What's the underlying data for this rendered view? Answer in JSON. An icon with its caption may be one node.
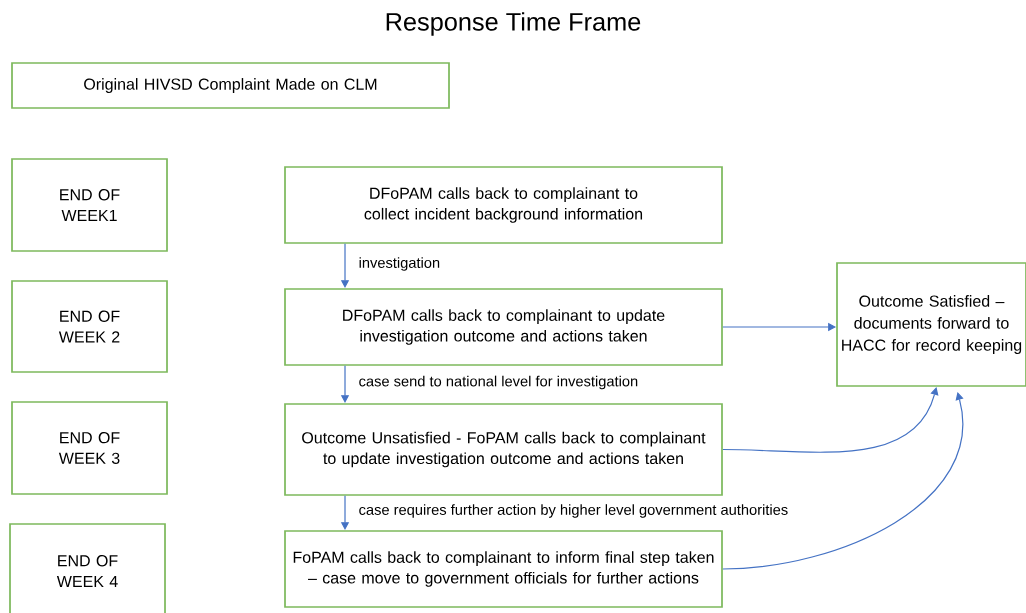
{
  "diagram": {
    "title": "Response Time Frame",
    "nodes": [
      {
        "text": [
          "Original HIVSD Complaint Made on CLM"
        ]
      },
      {
        "text": [
          "END OF WEEK1"
        ]
      },
      {
        "text": [
          "END OF WEEK 2"
        ]
      },
      {
        "text": [
          "END OF WEEK 3"
        ]
      },
      {
        "text": [
          "END OF WEEK 4"
        ]
      },
      {
        "text": [
          "DFoPAM calls back to complainant to collect incident background information"
        ]
      },
      {
        "text": [
          "DFoPAM calls back to complainant to update investigation outcome and actions taken"
        ]
      },
      {
        "text": [
          "Outcome Unsatisfied - FoPAM calls back to complainant to update investigation outcome and actions taken"
        ]
      },
      {
        "text": [
          "FoPAM calls back to complainant to inform final step taken – case move to government officials for further actions"
        ]
      },
      {
        "text": [
          "Outcome Satisfied – documents forward to  HACC for record keeping"
        ]
      }
    ],
    "edges": [
      {
        "from": 5,
        "to": 6,
        "arrow": "to",
        "label": "investigation"
      },
      {
        "from": 6,
        "to": 7,
        "arrow": "to",
        "label": "case send to national level for investigation"
      },
      {
        "from": 7,
        "to": 8,
        "arrow": "to",
        "label": "case requires further action by higher level government authorities"
      },
      {
        "from": 6,
        "to": 9,
        "arrow": "to"
      },
      {
        "from": 7,
        "to": 9,
        "arrow": "to"
      },
      {
        "from": 8,
        "to": 9,
        "arrow": "to"
      }
    ]
  }
}
